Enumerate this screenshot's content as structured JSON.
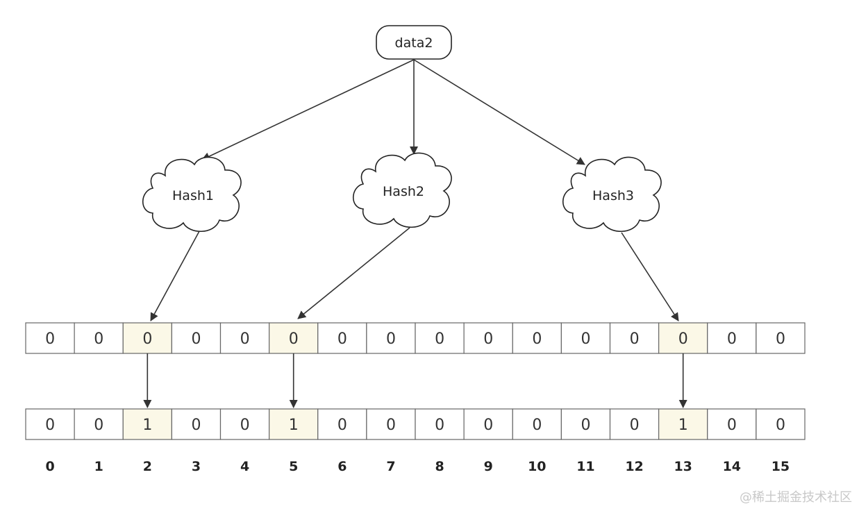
{
  "data_node": {
    "label": "data2"
  },
  "hash_nodes": [
    {
      "label": "Hash1",
      "target_index": 2
    },
    {
      "label": "Hash2",
      "target_index": 5
    },
    {
      "label": "Hash3",
      "target_index": 13
    }
  ],
  "bit_array_before": {
    "values": [
      "0",
      "0",
      "0",
      "0",
      "0",
      "0",
      "0",
      "0",
      "0",
      "0",
      "0",
      "0",
      "0",
      "0",
      "0",
      "0"
    ]
  },
  "bit_array_after": {
    "values": [
      "0",
      "0",
      "1",
      "0",
      "0",
      "1",
      "0",
      "0",
      "0",
      "0",
      "0",
      "0",
      "0",
      "1",
      "0",
      "0"
    ]
  },
  "indices": [
    "0",
    "1",
    "2",
    "3",
    "4",
    "5",
    "6",
    "7",
    "8",
    "9",
    "10",
    "11",
    "12",
    "13",
    "14",
    "15"
  ],
  "highlighted_indices": [
    2,
    5,
    13
  ],
  "colors": {
    "highlight_fill": "#fbf8e7",
    "cell_border": "#666666",
    "arrow": "#333333",
    "node_border": "#222222"
  },
  "watermark": "@稀土掘金技术社区"
}
